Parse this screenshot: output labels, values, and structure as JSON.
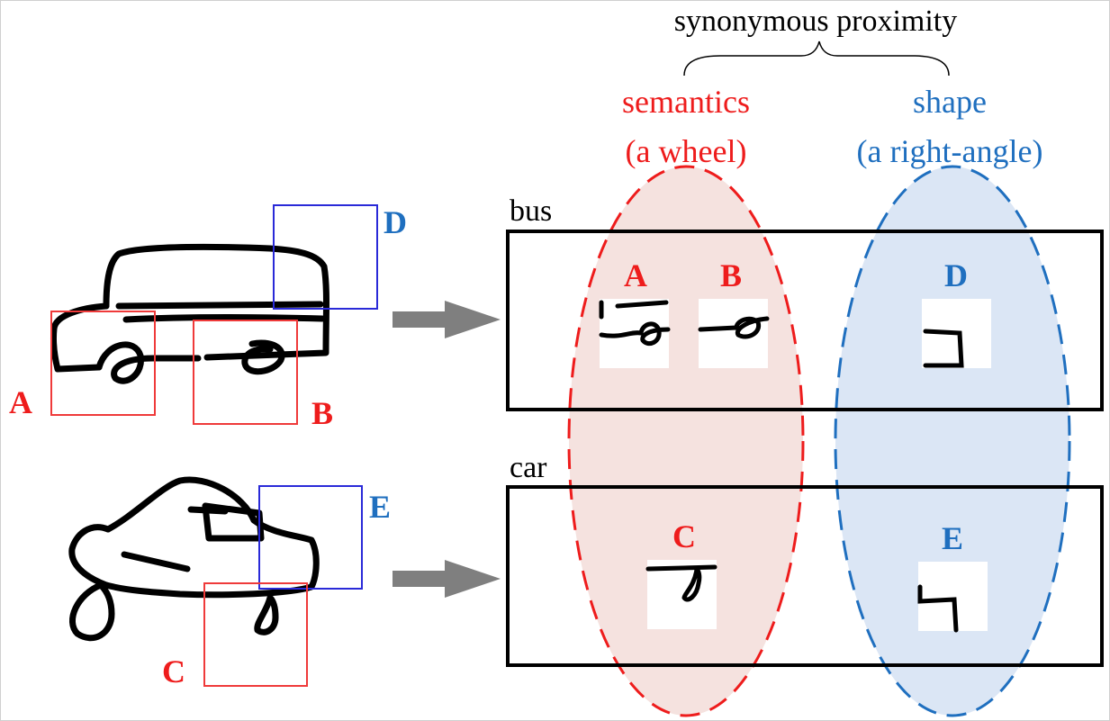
{
  "header": {
    "group_label": "synonymous proximity",
    "semantics_title": "semantics",
    "semantics_subtitle": "(a wheel)",
    "shape_title": "shape",
    "shape_subtitle": "(a right-angle)"
  },
  "categories": {
    "bus": "bus",
    "car": "car"
  },
  "patch_labels": {
    "A": "A",
    "B": "B",
    "C": "C",
    "D": "D",
    "E": "E"
  },
  "colors": {
    "semantic": "#ee1c1c",
    "shape": "#1f6fbf",
    "semantic_fill": "#f5e2df",
    "shape_fill": "#dbe6f5",
    "arrow": "#7f7f7f",
    "box_blue": "#2a2ad8",
    "box_red": "#ef3a3a"
  }
}
